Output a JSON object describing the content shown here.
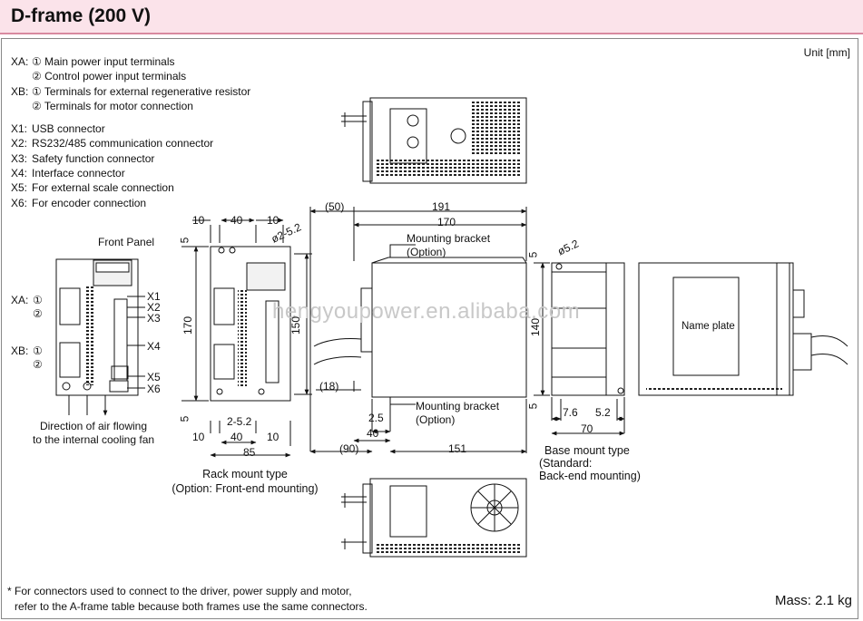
{
  "title": "D-frame (200 V)",
  "unit": "Unit [mm]",
  "legend": [
    {
      "key": "XA:",
      "text": "① Main power input terminals"
    },
    {
      "key": "",
      "text": "② Control power input terminals"
    },
    {
      "key": "XB:",
      "text": "① Terminals for external regenerative resistor"
    },
    {
      "key": "",
      "text": "② Terminals for motor connection"
    },
    {
      "key": "X1:",
      "text": "USB connector"
    },
    {
      "key": "X2:",
      "text": "RS232/485 communication connector"
    },
    {
      "key": "X3:",
      "text": "Safety function connector"
    },
    {
      "key": "X4:",
      "text": "Interface connector"
    },
    {
      "key": "X5:",
      "text": "For external scale connection"
    },
    {
      "key": "X6:",
      "text": "For encoder connection"
    }
  ],
  "front": {
    "front_panel": "Front Panel",
    "xa": "XA:",
    "xb": "XB:",
    "c1": "①",
    "c2": "②",
    "x1": "X1",
    "x2": "X2",
    "x3": "X3",
    "x4": "X4",
    "x5": "X5",
    "x6": "X6",
    "air1": "Direction of air flowing",
    "air2": "to the internal cooling fan"
  },
  "rack": {
    "d10a": "10",
    "d40a": "40",
    "d10b": "10",
    "hole": "ø2-5.2",
    "d5a": "5",
    "d170": "170",
    "d150": "150",
    "d5b": "5",
    "d25": "2-5.2",
    "d10c": "10",
    "d40b": "40",
    "d10d": "10",
    "d85": "85",
    "cap1": "Rack mount type",
    "cap2": "(Option: Front-end mounting)"
  },
  "side": {
    "d50": "(50)",
    "d191": "191",
    "d170": "170",
    "mb1": "Mounting bracket",
    "opt1": "(Option)",
    "d18": "(18)",
    "mb2": "Mounting bracket",
    "opt2": "(Option)",
    "d25": "2.5",
    "d40": "40",
    "d90": "(90)",
    "d151": "151"
  },
  "base": {
    "d5a": "5",
    "hole": "ø5.2",
    "d140": "140",
    "d5b": "5",
    "d76": "7.6",
    "d52": "5.2",
    "d70": "70",
    "name_plate": "Name plate",
    "cap1": "Base mount type",
    "cap2": "(Standard:",
    "cap3": "Back-end mounting)"
  },
  "footnote1": "* For connectors used to connect to the driver, power supply and motor,",
  "footnote2": "refer to the A-frame table because both frames use the same connectors.",
  "mass": "Mass: 2.1 kg",
  "watermark": "hengyoupower.en.alibaba.com"
}
